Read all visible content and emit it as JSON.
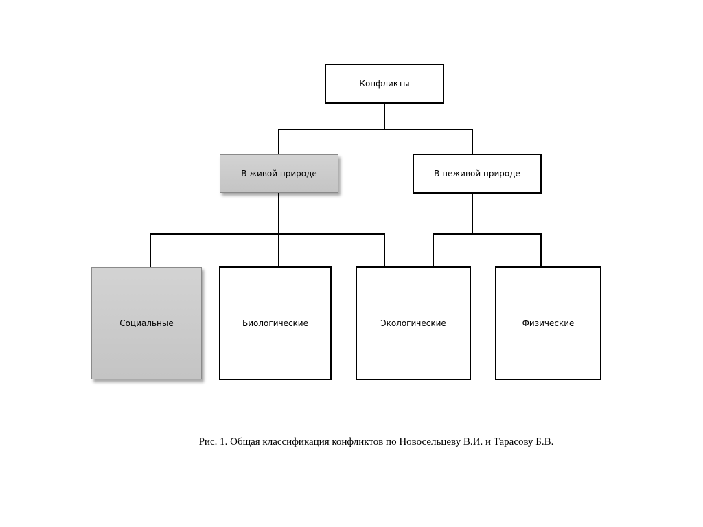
{
  "diagram": {
    "root": {
      "label": "Конфликты"
    },
    "living": {
      "label": "В живой природе",
      "highlighted": true
    },
    "nonliving": {
      "label": "В неживой природе",
      "highlighted": false
    },
    "social": {
      "label": "Социальные",
      "highlighted": true
    },
    "biological": {
      "label": "Биологические",
      "highlighted": false
    },
    "ecological": {
      "label": "Экологические",
      "highlighted": false
    },
    "physical": {
      "label": "Физические",
      "highlighted": false
    }
  },
  "caption": "Рис. 1. Общая классификация конфликтов по Новосельцеву В.И. и Тарасову Б.В."
}
